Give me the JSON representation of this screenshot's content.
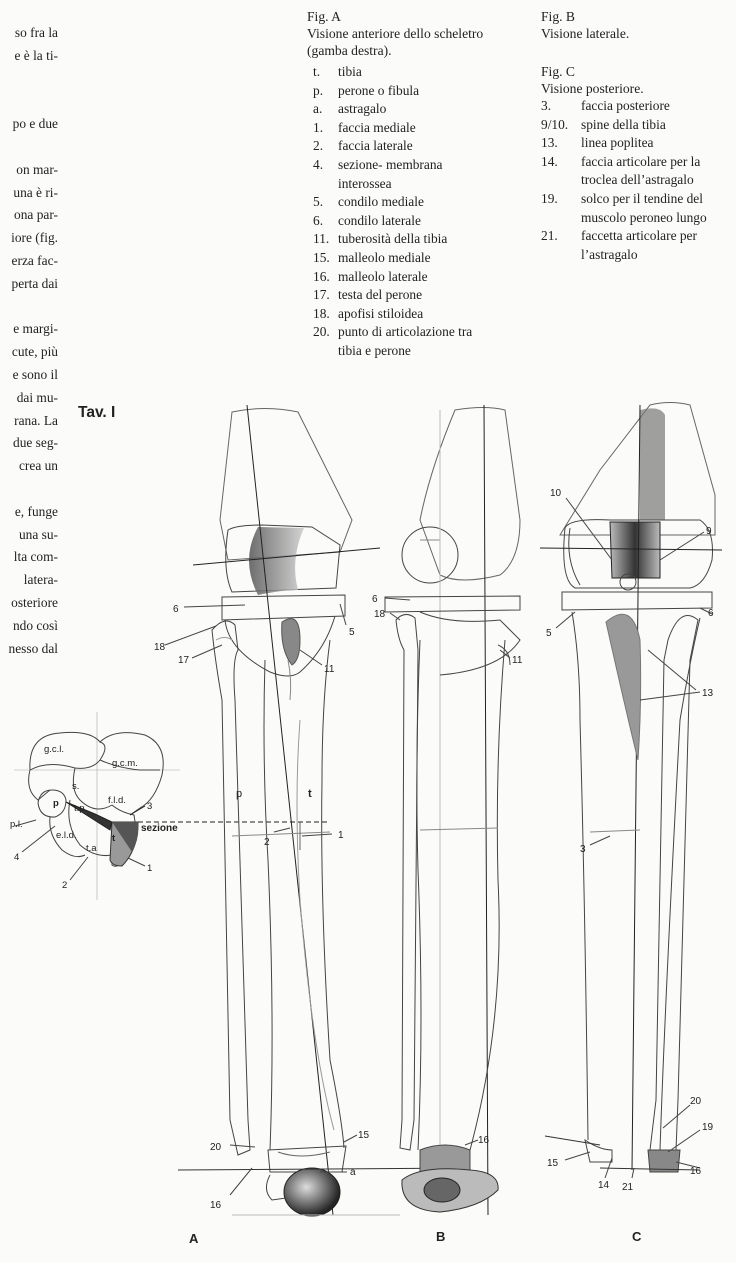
{
  "left_text": [
    "so fra la",
    "e è la ti-",
    "",
    "",
    "po e due",
    "",
    "on mar-",
    "una è ri-",
    "ona par-",
    "iore (fig.",
    "erza fac-",
    "perta dai",
    "",
    "e margi-",
    "cute, più",
    "e sono il",
    "dai mu-",
    "rana. La",
    "due seg-",
    "crea un",
    "",
    "e, funge",
    "una su-",
    "lta com-",
    "latera-",
    "osteriore",
    "ndo così",
    "nesso dal"
  ],
  "fig_a": {
    "title": "Fig. A",
    "subtitle_lines": [
      "Visione anteriore dello scheletro",
      "(gamba destra)."
    ],
    "legend": [
      {
        "k": "t.",
        "v": [
          "tibia"
        ]
      },
      {
        "k": "p.",
        "v": [
          "perone o fibula"
        ]
      },
      {
        "k": "a.",
        "v": [
          "astragalo"
        ]
      },
      {
        "k": "1.",
        "v": [
          "faccia mediale"
        ]
      },
      {
        "k": "2.",
        "v": [
          "faccia laterale"
        ]
      },
      {
        "k": "4.",
        "v": [
          "sezione- membrana",
          "interossea"
        ]
      },
      {
        "k": "5.",
        "v": [
          "condilo mediale"
        ]
      },
      {
        "k": "6.",
        "v": [
          "condilo laterale"
        ]
      },
      {
        "k": "11.",
        "v": [
          "tuberosità della tibia"
        ]
      },
      {
        "k": "15.",
        "v": [
          "malleolo mediale"
        ]
      },
      {
        "k": "16.",
        "v": [
          "malleolo laterale"
        ]
      },
      {
        "k": "17.",
        "v": [
          "testa del perone"
        ]
      },
      {
        "k": "18.",
        "v": [
          "apofisi stiloidea"
        ]
      },
      {
        "k": "20.",
        "v": [
          "punto di articolazione tra",
          "tibia e perone"
        ]
      }
    ]
  },
  "fig_b": {
    "title": "Fig. B",
    "subtitle": "Visione laterale."
  },
  "fig_c": {
    "title": "Fig. C",
    "subtitle": "Visione posteriore.",
    "legend": [
      {
        "k": "3.",
        "v": [
          "faccia posteriore"
        ]
      },
      {
        "k": "9/10.",
        "v": [
          "spine della tibia"
        ]
      },
      {
        "k": "13.",
        "v": [
          "linea poplitea"
        ]
      },
      {
        "k": "14.",
        "v": [
          "faccia articolare per la",
          "troclea dell’astragalo"
        ]
      },
      {
        "k": "19.",
        "v": [
          "solco per il tendine del",
          "muscolo peroneo lungo"
        ]
      },
      {
        "k": "21.",
        "v": [
          "faccetta articolare per",
          "l’astragalo"
        ]
      }
    ]
  },
  "plate_title": "Tav. I",
  "section_diagram": {
    "regions": [
      "g.c.l.",
      "g.c.m.",
      "s.",
      "p",
      "t.p.",
      "f.l.d.",
      "p.l.",
      "e.l.d.",
      "t.a",
      "t"
    ],
    "numbers": [
      "3",
      "4",
      "2",
      "1"
    ],
    "section_label": "sezione"
  },
  "view_a_labels": [
    "6",
    "18",
    "17",
    "5",
    "11",
    "p",
    "t",
    "2",
    "1",
    "20",
    "15",
    "16",
    "a"
  ],
  "view_b_labels": [
    "6",
    "18",
    "11",
    "16"
  ],
  "view_c_labels": [
    "10",
    "9",
    "5",
    "6",
    "13",
    "3",
    "20",
    "19",
    "15",
    "14",
    "21",
    "16"
  ],
  "view_letters": [
    "A",
    "B",
    "C"
  ]
}
